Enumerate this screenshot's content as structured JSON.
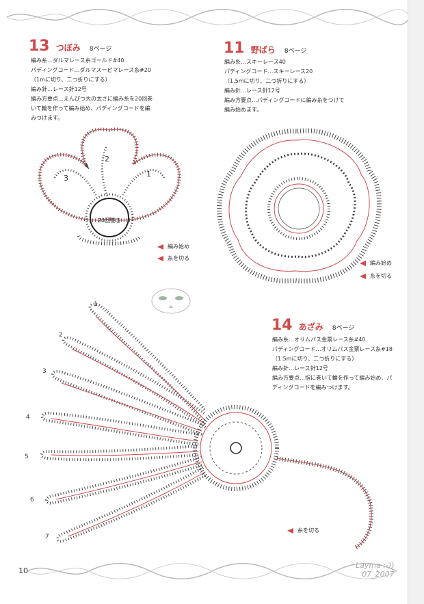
{
  "patterns": [
    {
      "number": "13",
      "title": "つぼみ",
      "page_ref": "8ページ",
      "lines": [
        "編み糸…ダルマレース糸ゴールド#40",
        "パディングコード…ダルマスーピマレース糸#20",
        "（1mに切り、二つ折りにする）",
        "編み針…レース針12号",
        "編み方要点…えんぴつ大の太さに編み糸を20回巻",
        "いて輪を作って編み始め、パディングコードを編",
        "みつけます。"
      ],
      "diagram_labels": [
        "1",
        "2",
        "3",
        "20回巻き"
      ],
      "legend": [
        "編み始め",
        "糸を切る"
      ]
    },
    {
      "number": "11",
      "title": "野ばら",
      "page_ref": "8ページ",
      "lines": [
        "編み糸…スキーレース40",
        "パディングコード…スキーレース20",
        "（1.5mに切り、二つ折りにする）",
        "編み針…レース針12号",
        "編み方要点…パディングコードに編み糸をつけて",
        "編み始めます。"
      ],
      "legend": [
        "編み始め",
        "糸を切る"
      ]
    },
    {
      "number": "14",
      "title": "あざみ",
      "page_ref": "8ページ",
      "lines": [
        "編み糸…オリムパス金票レース糸#40",
        "パディングコード…オリムパス金票レース糸#18",
        "（1.5mに切り、二つ折りにする）",
        "編み針…レース針12号",
        "編み方要点…指に巻いて輪を作って編み始め、パ",
        "ディングコードを編みつけます。"
      ],
      "petal_labels": [
        "1",
        "2",
        "3",
        "4",
        "5",
        "6",
        "7"
      ],
      "legend": [
        "糸を切る"
      ]
    }
  ],
  "page_number": "10",
  "watermark": [
    "Layma :-))",
    "07_2007"
  ],
  "colors": {
    "accent": "#d04848",
    "text": "#333333",
    "stitch": "#444444",
    "border": "#b8b8b8"
  }
}
